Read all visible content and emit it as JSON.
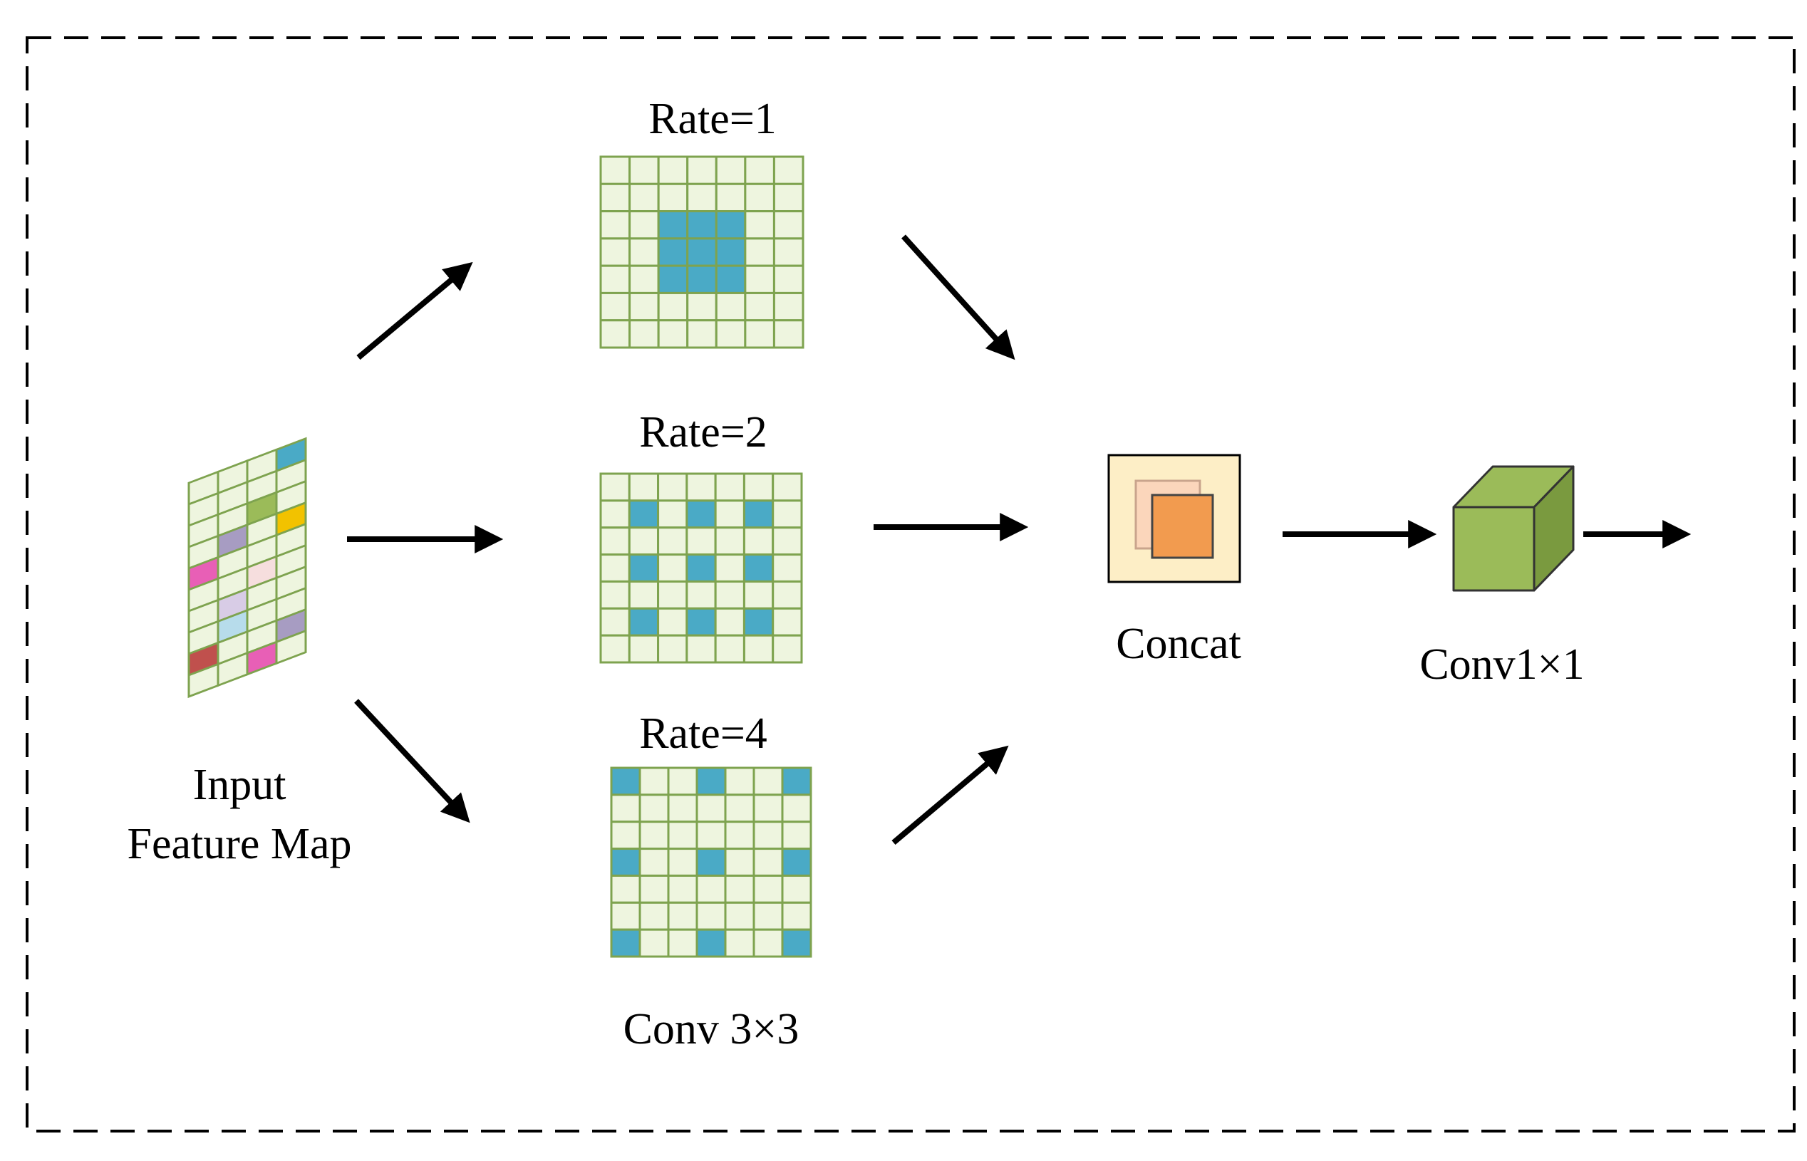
{
  "labels": {
    "rate1": "Rate=1",
    "rate2": "Rate=2",
    "rate4": "Rate=4",
    "concat": "Concat",
    "conv1x1": "Conv1×1",
    "conv3x3": "Conv 3×3",
    "input_line1": "Input",
    "input_line2": "Feature Map"
  },
  "colors": {
    "grid_fill": "#eef5df",
    "grid_line": "#7ea34f",
    "kernel": "#4aaac6",
    "cube_front": "#9bbb59",
    "cube_dark": "#7a9a3f",
    "concat_bg": "#fdeec6",
    "concat_front": "#f29b4f",
    "concat_back": "#fbd6bb"
  },
  "grids": {
    "rate1": {
      "size": 7,
      "highlighted": [
        [
          2,
          2
        ],
        [
          2,
          3
        ],
        [
          2,
          4
        ],
        [
          3,
          2
        ],
        [
          3,
          3
        ],
        [
          3,
          4
        ],
        [
          4,
          2
        ],
        [
          4,
          3
        ],
        [
          4,
          4
        ]
      ]
    },
    "rate2": {
      "size": 7,
      "highlighted": [
        [
          1,
          1
        ],
        [
          1,
          3
        ],
        [
          1,
          5
        ],
        [
          3,
          1
        ],
        [
          3,
          3
        ],
        [
          3,
          5
        ],
        [
          5,
          1
        ],
        [
          5,
          3
        ],
        [
          5,
          5
        ]
      ]
    },
    "rate4": {
      "size": 7,
      "highlighted": [
        [
          0,
          0
        ],
        [
          0,
          3
        ],
        [
          0,
          6
        ],
        [
          3,
          0
        ],
        [
          3,
          3
        ],
        [
          3,
          6
        ],
        [
          6,
          0
        ],
        [
          6,
          3
        ],
        [
          6,
          6
        ]
      ]
    }
  },
  "input_map": {
    "rows": 10,
    "cols": 4,
    "colored_cells": [
      {
        "r": 0,
        "c": 3,
        "color": "#4aaac6"
      },
      {
        "r": 2,
        "c": 2,
        "color": "#9bbb59"
      },
      {
        "r": 3,
        "c": 1,
        "color": "#a79cc2"
      },
      {
        "r": 3,
        "c": 3,
        "color": "#f2c200"
      },
      {
        "r": 4,
        "c": 0,
        "color": "#e85fb6"
      },
      {
        "r": 5,
        "c": 2,
        "color": "#f6dede"
      },
      {
        "r": 6,
        "c": 1,
        "color": "#d8cce6"
      },
      {
        "r": 7,
        "c": 1,
        "color": "#b7dceb"
      },
      {
        "r": 8,
        "c": 0,
        "color": "#c0504d"
      },
      {
        "r": 8,
        "c": 3,
        "color": "#a79cc2"
      },
      {
        "r": 9,
        "c": 2,
        "color": "#e85fb6"
      }
    ]
  }
}
